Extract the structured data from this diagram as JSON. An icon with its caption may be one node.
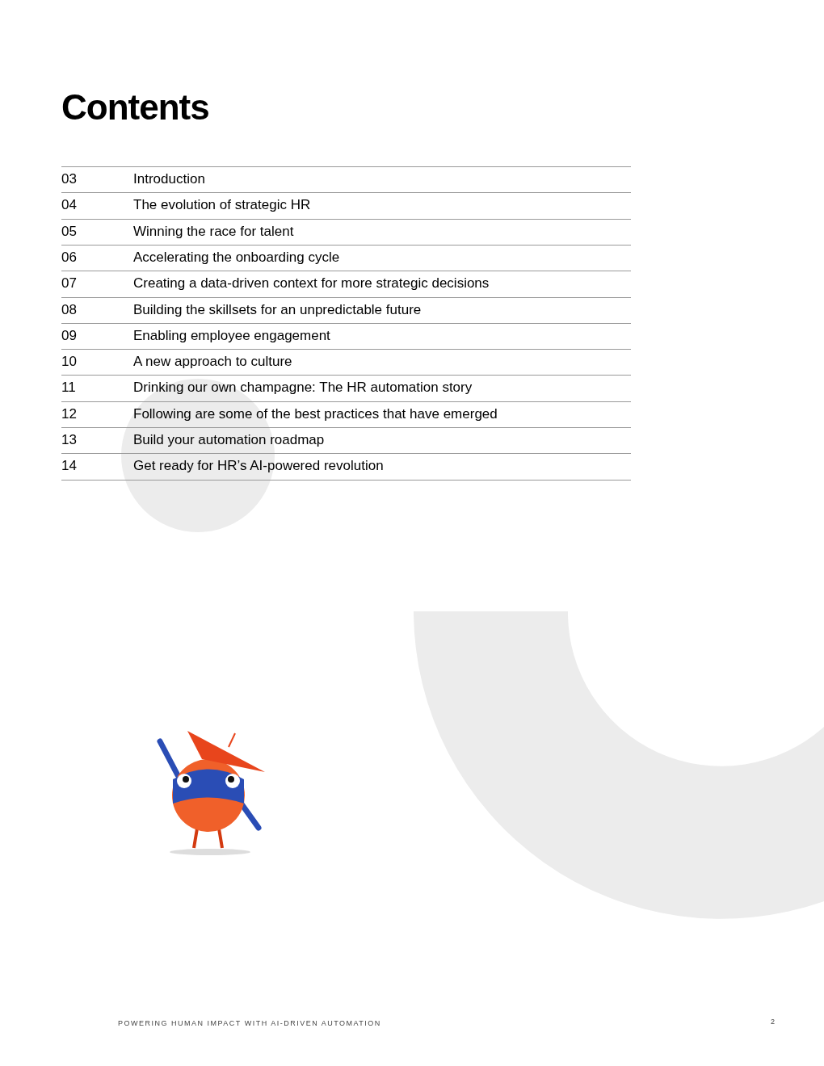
{
  "diagram": {
    "title": "Contents",
    "labels": [
      "03",
      "Introduction",
      "04",
      "The evolution of strategic HR",
      "05",
      "Winning the race for talent",
      "06",
      "Accelerating the onboarding cycle",
      "07",
      "Creating a data-driven context for more strategic decisions",
      "08",
      "Building the skillsets for an unpredictable future",
      "09",
      "Enabling employee engagement",
      "10",
      "A new approach to culture",
      "11",
      "Drinking our own champagne: The HR automation story",
      "12",
      "Following are some of the best practices that have emerged",
      "13",
      "Build your automation roadmap",
      "14",
      "Get ready for HR’s AI-powered revolution",
      "POWERING HUMAN IMPACT WITH AI-DRIVEN AUTOMATION",
      "2"
    ]
  }
}
